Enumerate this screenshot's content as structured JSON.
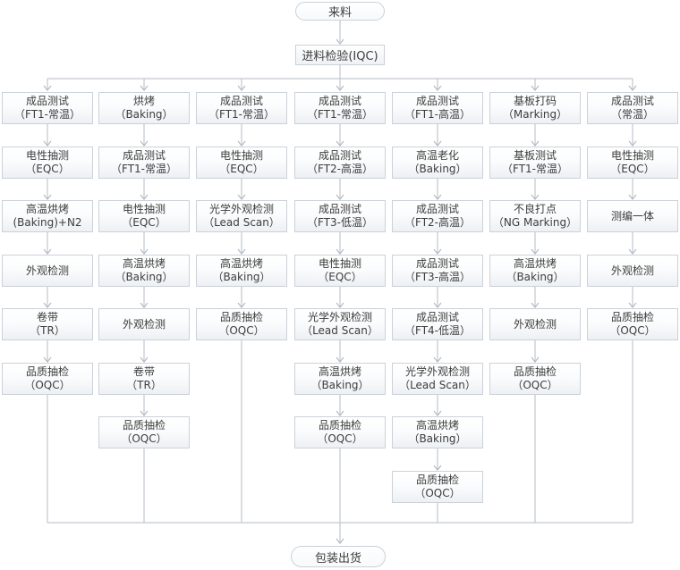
{
  "start": {
    "label": "来料"
  },
  "iqc": {
    "label": "进料检验(IQC)"
  },
  "end": {
    "label": "包装出货"
  },
  "columns": [
    {
      "steps": [
        {
          "lines": [
            "成品测试",
            "（FT1-常温）"
          ]
        },
        {
          "lines": [
            "电性抽测",
            "（EQC）"
          ]
        },
        {
          "lines": [
            "高温烘烤",
            "(Baking)+N2"
          ]
        },
        {
          "lines": [
            "外观检测"
          ]
        },
        {
          "lines": [
            "卷带",
            "（TR）"
          ]
        },
        {
          "lines": [
            "品质抽检",
            "（OQC）"
          ]
        }
      ]
    },
    {
      "steps": [
        {
          "lines": [
            "烘烤",
            "（Baking）"
          ]
        },
        {
          "lines": [
            "成品测试",
            "（FT1-常温）"
          ]
        },
        {
          "lines": [
            "电性抽测",
            "（EQC）"
          ]
        },
        {
          "lines": [
            "高温烘烤",
            "（Baking）"
          ]
        },
        {
          "lines": [
            "外观检测"
          ]
        },
        {
          "lines": [
            "卷带",
            "（TR）"
          ]
        },
        {
          "lines": [
            "品质抽检",
            "（OQC）"
          ]
        }
      ]
    },
    {
      "steps": [
        {
          "lines": [
            "成品测试",
            "（FT1-常温）"
          ]
        },
        {
          "lines": [
            "电性抽测",
            "（EQC）"
          ]
        },
        {
          "lines": [
            "光学外观检测",
            "（Lead Scan）"
          ]
        },
        {
          "lines": [
            "高温烘烤",
            "（Baking）"
          ]
        },
        {
          "lines": [
            "品质抽检",
            "（OQC）"
          ]
        }
      ]
    },
    {
      "steps": [
        {
          "lines": [
            "成品测试",
            "（FT1-常温）"
          ]
        },
        {
          "lines": [
            "成品测试",
            "（FT2-高温）"
          ]
        },
        {
          "lines": [
            "成品测试",
            "（FT3-低温）"
          ]
        },
        {
          "lines": [
            "电性抽测",
            "（EQC）"
          ]
        },
        {
          "lines": [
            "光学外观检测",
            "（Lead Scan）"
          ]
        },
        {
          "lines": [
            "高温烘烤",
            "（Baking）"
          ]
        },
        {
          "lines": [
            "品质抽检",
            "（OQC）"
          ]
        }
      ]
    },
    {
      "steps": [
        {
          "lines": [
            "成品测试",
            "（FT1-高温）"
          ]
        },
        {
          "lines": [
            "高温老化",
            "（Baking）"
          ]
        },
        {
          "lines": [
            "成品测试",
            "（FT2-高温）"
          ]
        },
        {
          "lines": [
            "成品测试",
            "（FT3-高温）"
          ]
        },
        {
          "lines": [
            "成品测试",
            "（FT4-低温）"
          ]
        },
        {
          "lines": [
            "光学外观检测",
            "（Lead Scan）"
          ]
        },
        {
          "lines": [
            "高温烘烤",
            "（Baking）"
          ]
        },
        {
          "lines": [
            "品质抽检",
            "（OQC）"
          ]
        }
      ]
    },
    {
      "steps": [
        {
          "lines": [
            "基板打码",
            "（Marking）"
          ]
        },
        {
          "lines": [
            "基板测试",
            "（FT1-常温）"
          ]
        },
        {
          "lines": [
            "不良打点",
            "（NG Marking）"
          ]
        },
        {
          "lines": [
            "高温烘烤",
            "（Baking）"
          ]
        },
        {
          "lines": [
            "外观检测"
          ]
        },
        {
          "lines": [
            "品质抽检",
            "（OQC）"
          ]
        }
      ]
    },
    {
      "steps": [
        {
          "lines": [
            "成品测试",
            "（常温）"
          ]
        },
        {
          "lines": [
            "电性抽测",
            "（EQC）"
          ]
        },
        {
          "lines": [
            "测编一体"
          ]
        },
        {
          "lines": [
            "外观检测"
          ]
        },
        {
          "lines": [
            "品质抽检",
            "（OQC）"
          ]
        }
      ]
    }
  ],
  "colors": {
    "connector": "#c2c7ce",
    "arrowhead": "#b4bac3",
    "box_border": "#ccd1d8",
    "box_text": "#3d3d3d",
    "box_fill_top": "#ffffff",
    "box_fill_bottom": "#edf0f4"
  }
}
